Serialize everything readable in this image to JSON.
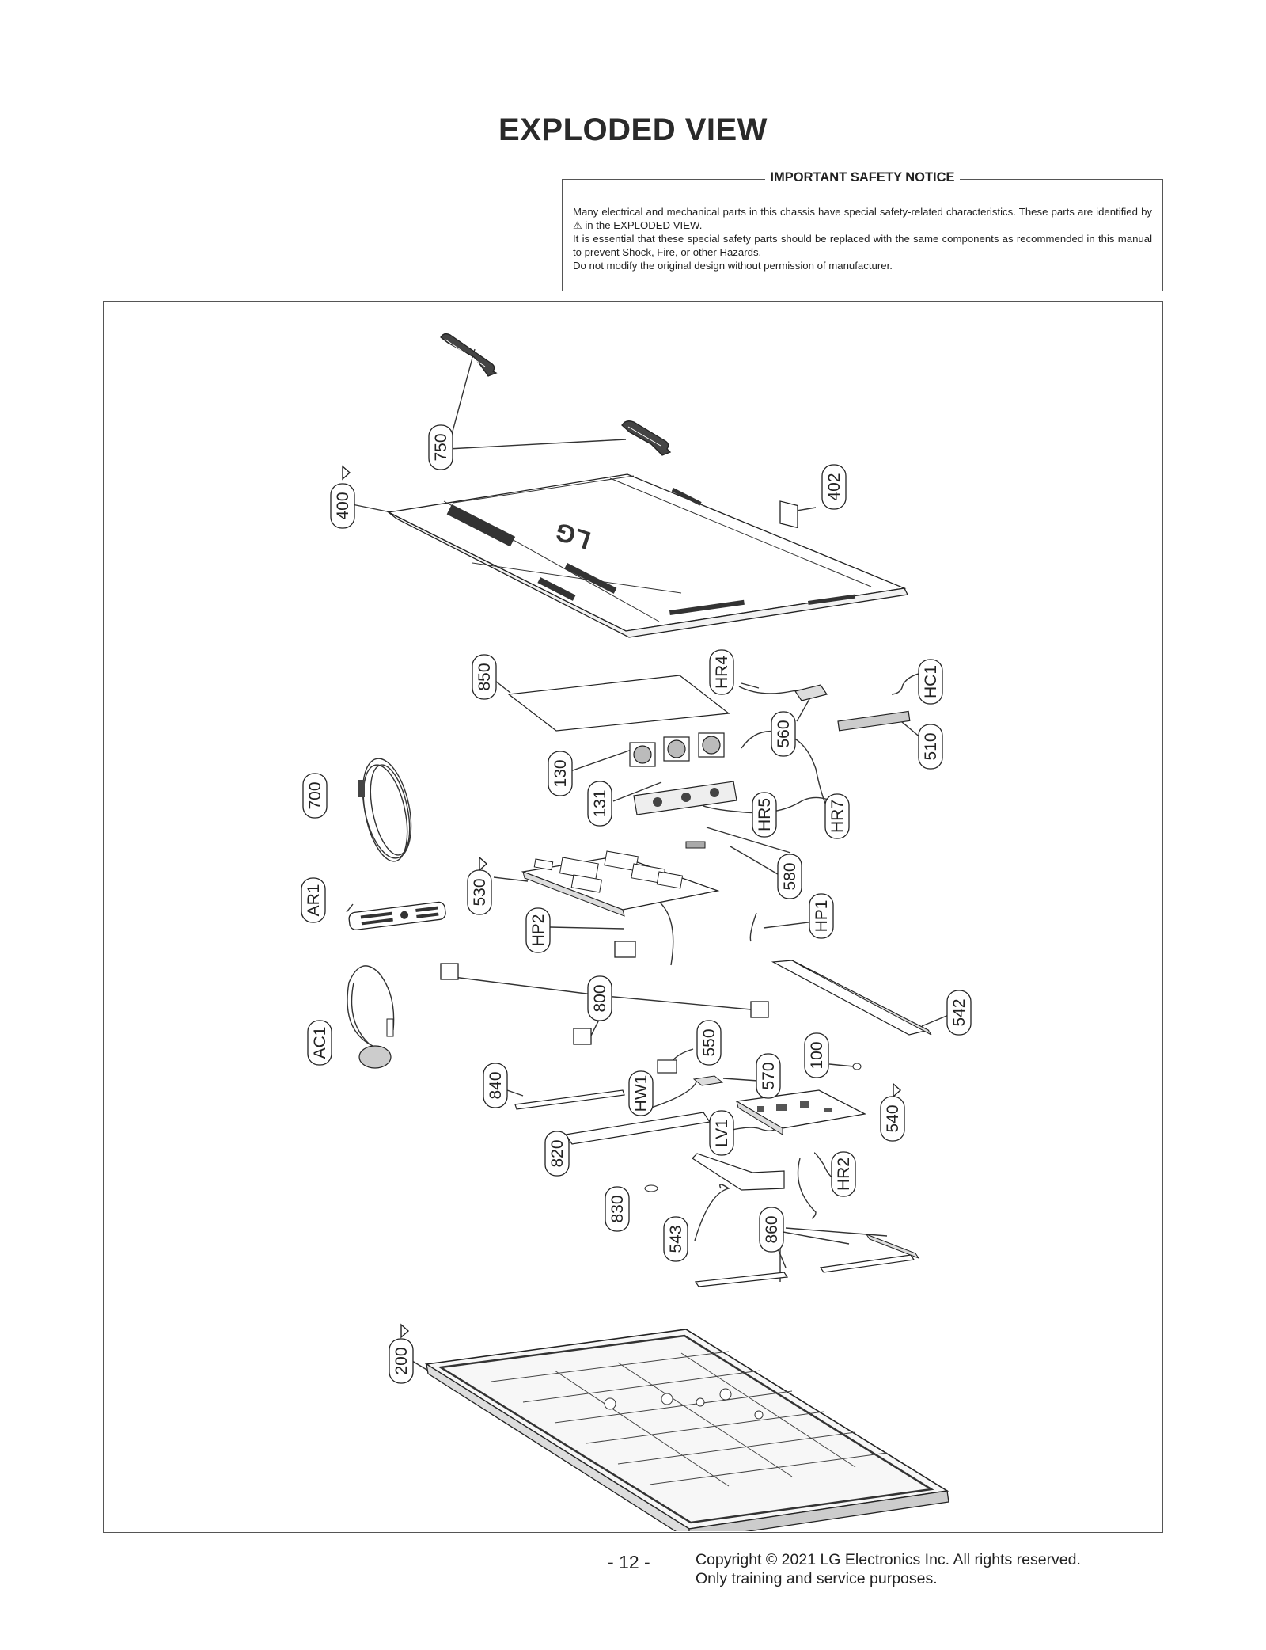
{
  "page_title": "EXPLODED VIEW",
  "notice": {
    "title": "IMPORTANT SAFETY NOTICE",
    "line1a": "Many electrical and mechanical parts in this chassis have special safety-related characteristics. These parts are identified by",
    "line1b": "in the EXPLODED VIEW.",
    "line2": "It is essential that these special safety parts should be replaced with the same components as recommended in this manual to prevent Shock, Fire, or other Hazards.",
    "line3": "Do not modify the original design without permission of manufacturer."
  },
  "callouts": {
    "c750": "750",
    "c400": "400",
    "c402": "402",
    "c850": "850",
    "cHR4": "HR4",
    "cHC1": "HC1",
    "c560": "560",
    "c510": "510",
    "c130": "130",
    "c700": "700",
    "c131": "131",
    "cHR5": "HR5",
    "cHR7": "HR7",
    "c530": "530",
    "c580": "580",
    "cAR1": "AR1",
    "cHP2": "HP2",
    "cHP1": "HP1",
    "c800": "800",
    "c542": "542",
    "cAC1": "AC1",
    "c550": "550",
    "c100": "100",
    "c570": "570",
    "c840": "840",
    "cHW1": "HW1",
    "c540": "540",
    "cLV1": "LV1",
    "c820": "820",
    "cHR2": "HR2",
    "c830": "830",
    "c543": "543",
    "c860": "860",
    "c200": "200"
  },
  "footer": {
    "page_number": "- 12 -",
    "copyright": "Copyright © 2021 LG Electronics Inc. All rights reserved.",
    "purpose": "Only training and service purposes."
  }
}
